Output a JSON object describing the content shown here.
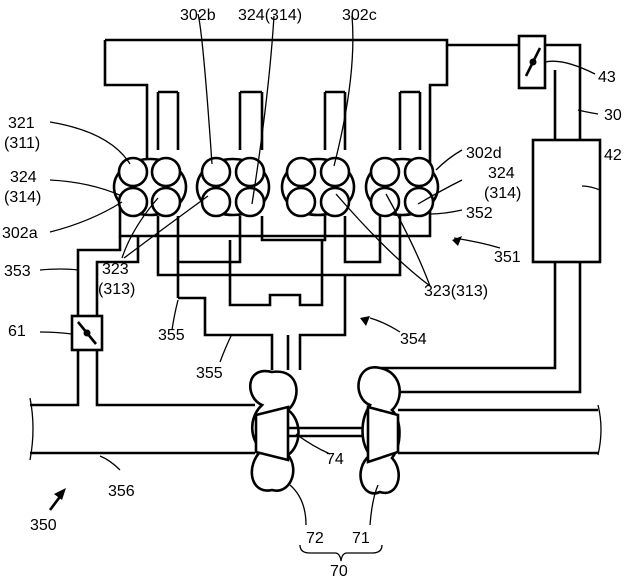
{
  "labels": {
    "l302b": "302b",
    "l324_314_top": "324(314)",
    "l302c": "302c",
    "l43": "43",
    "l321": "321",
    "l311": "(311)",
    "l30": "30",
    "l42": "42",
    "l302d": "302d",
    "l324_left": "324",
    "l314_left": "(314)",
    "l324_right": "324",
    "l314_right": "(314)",
    "l302a": "302a",
    "l352": "352",
    "l351": "351",
    "l353": "353",
    "l323_left": "323",
    "l313_left": "(313)",
    "l323_313_right": "323(313)",
    "l61": "61",
    "l355_a": "355",
    "l354": "354",
    "l355_b": "355",
    "l74": "74",
    "l356": "356",
    "l350": "350",
    "l72": "72",
    "l71": "71",
    "l70": "70"
  }
}
